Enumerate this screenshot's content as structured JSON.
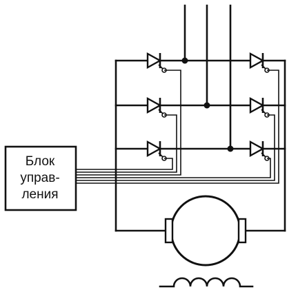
{
  "diagram": {
    "control_block": {
      "lines": [
        "Блок",
        "управ-",
        "ления"
      ]
    },
    "thyristors": [
      {
        "id": "t1",
        "leg": "left",
        "row": 1
      },
      {
        "id": "t2",
        "leg": "left",
        "row": 2
      },
      {
        "id": "t3",
        "leg": "left",
        "row": 3
      },
      {
        "id": "t4",
        "leg": "right",
        "row": 1
      },
      {
        "id": "t5",
        "leg": "right",
        "row": 2
      },
      {
        "id": "t6",
        "leg": "right",
        "row": 3
      }
    ],
    "supply_phases": 3,
    "components": [
      "control-block",
      "thyristor-bridge",
      "dc-motor",
      "field-winding"
    ]
  }
}
